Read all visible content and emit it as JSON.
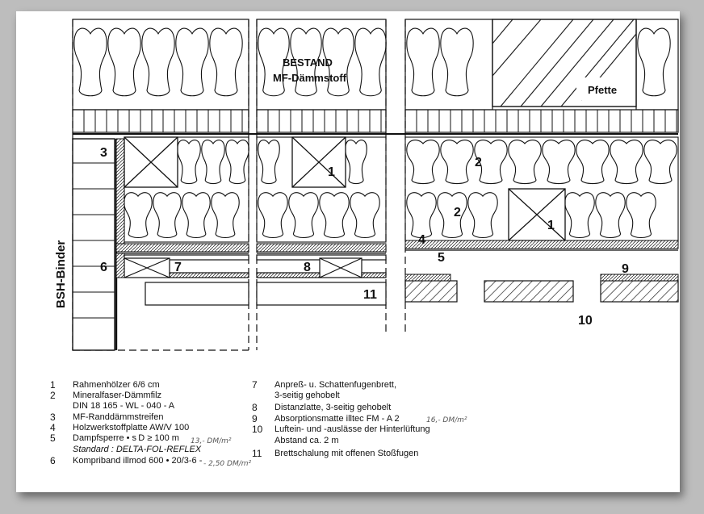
{
  "drawing": {
    "label_bestand": "BESTAND",
    "label_mf": "MF-Dämmstoff",
    "label_pfette": "Pfette",
    "label_bsh": "BSH-Binder",
    "callouts": {
      "n1a": "1",
      "n1b": "1",
      "n2a": "2",
      "n2b": "2",
      "n3": "3",
      "n4": "4",
      "n5": "5",
      "n6": "6",
      "n7": "7",
      "n8": "8",
      "n9": "9",
      "n10": "10",
      "n11": "11"
    }
  },
  "legend_left": [
    {
      "num": "1",
      "text": "Rahmenhölzer 6/6 cm"
    },
    {
      "num": "2",
      "text": "Mineralfaser-Dämmfilz"
    },
    {
      "num": "",
      "text": "DIN 18 165 - WL - 040 - A"
    },
    {
      "num": "3",
      "text": "MF-Randdämmstreifen"
    },
    {
      "num": "4",
      "text": "Holzwerkstoffplatte AW/V 100"
    },
    {
      "num": "5",
      "text": "Dampfsperre • s D ≥ 100 m"
    },
    {
      "num": "",
      "text": "Standard :  DELTA-FOL-REFLEX"
    },
    {
      "num": "6",
      "text": "Kompriband illmod 600 • 20/3-6 -"
    }
  ],
  "legend_right": [
    {
      "num": "7",
      "text": "Anpreß- u. Schattenfugenbrett,"
    },
    {
      "num": "",
      "text": "3-seitig gehobelt"
    },
    {
      "num": "8",
      "text": "Distanzlatte, 3-seitig gehobelt"
    },
    {
      "num": "9",
      "text": "Absorptionsmatte illtec FM - A 2"
    },
    {
      "num": "10",
      "text": "Luftein- und -auslässe der Hinterlüftung"
    },
    {
      "num": "",
      "text": "Abstand ca. 2 m"
    },
    {
      "num": "11",
      "text": "Brettschalung mit offenen Stoßfugen"
    }
  ],
  "handwritten": {
    "note1": "13,- DM/m²",
    "note2": "- 2,50 DM/m²",
    "note3": "16,- DM/m²"
  }
}
